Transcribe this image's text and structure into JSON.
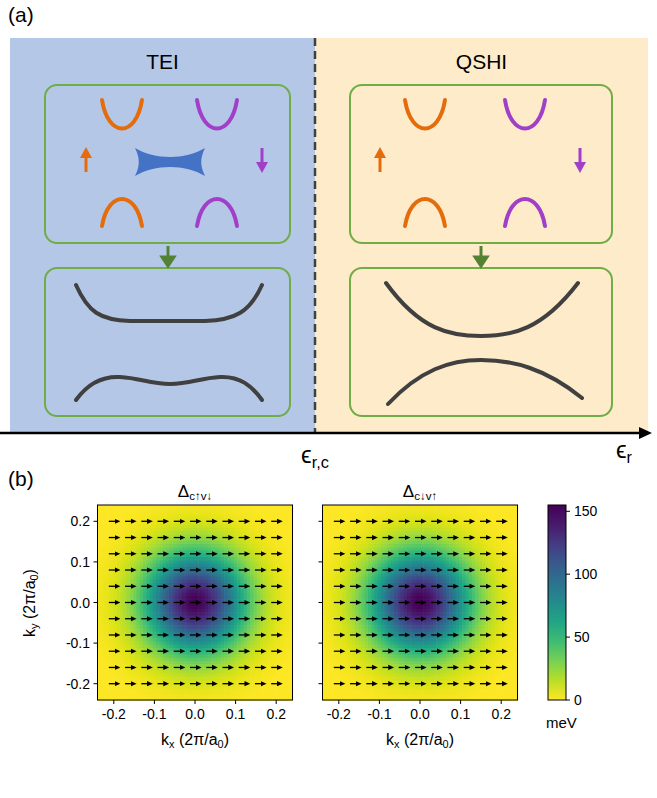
{
  "diagram": {
    "nodes": [
      {
        "text": [
          "TEI"
        ]
      },
      {
        "text": [
          "QSHI"
        ]
      }
    ],
    "labels": [
      "(a)",
      "ϵ",
      "r,c",
      "ϵ",
      "r",
      "(b)",
      "Δ",
      "c↑v↓",
      "Δ",
      "c↓v↑",
      "0.2",
      "0.1",
      "0.0",
      "-0.1",
      "-0.2",
      "k",
      "y",
      "(2π/a",
      "0",
      ")",
      "-0.2",
      "-0.1",
      "0.0",
      "0.1",
      "0.2",
      "k",
      "x",
      "(2π/a",
      "0",
      ")",
      "-0.2",
      "-0.1",
      "0.0",
      "0.1",
      "0.2",
      "k",
      "x",
      "(2π/a",
      "0",
      ")",
      "150",
      "100",
      "50",
      "0",
      "meV"
    ]
  }
}
